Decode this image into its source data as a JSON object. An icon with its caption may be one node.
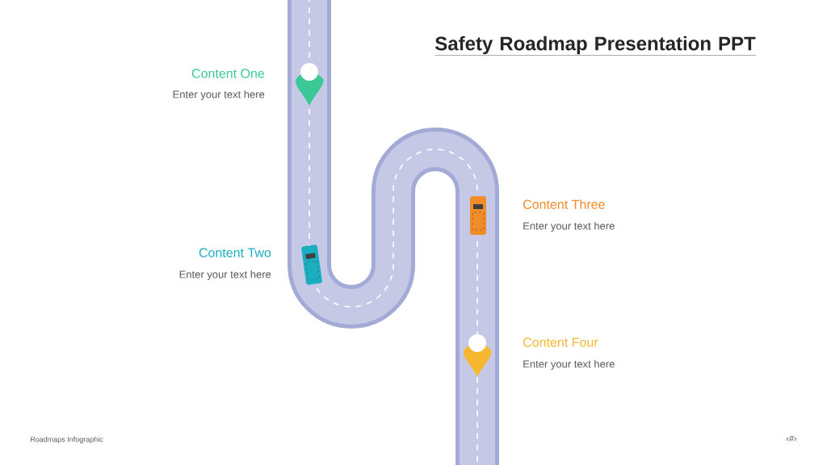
{
  "diagram": {
    "title": "Safety Roadmap Presentation PPT",
    "labels": [
      "Content One",
      "Enter your text here",
      "Content Two",
      "Enter your text here",
      "Content Three",
      "Enter your text here",
      "Content Four",
      "Enter your text here",
      "Roadmaps Infographic",
      "‹#›"
    ]
  }
}
